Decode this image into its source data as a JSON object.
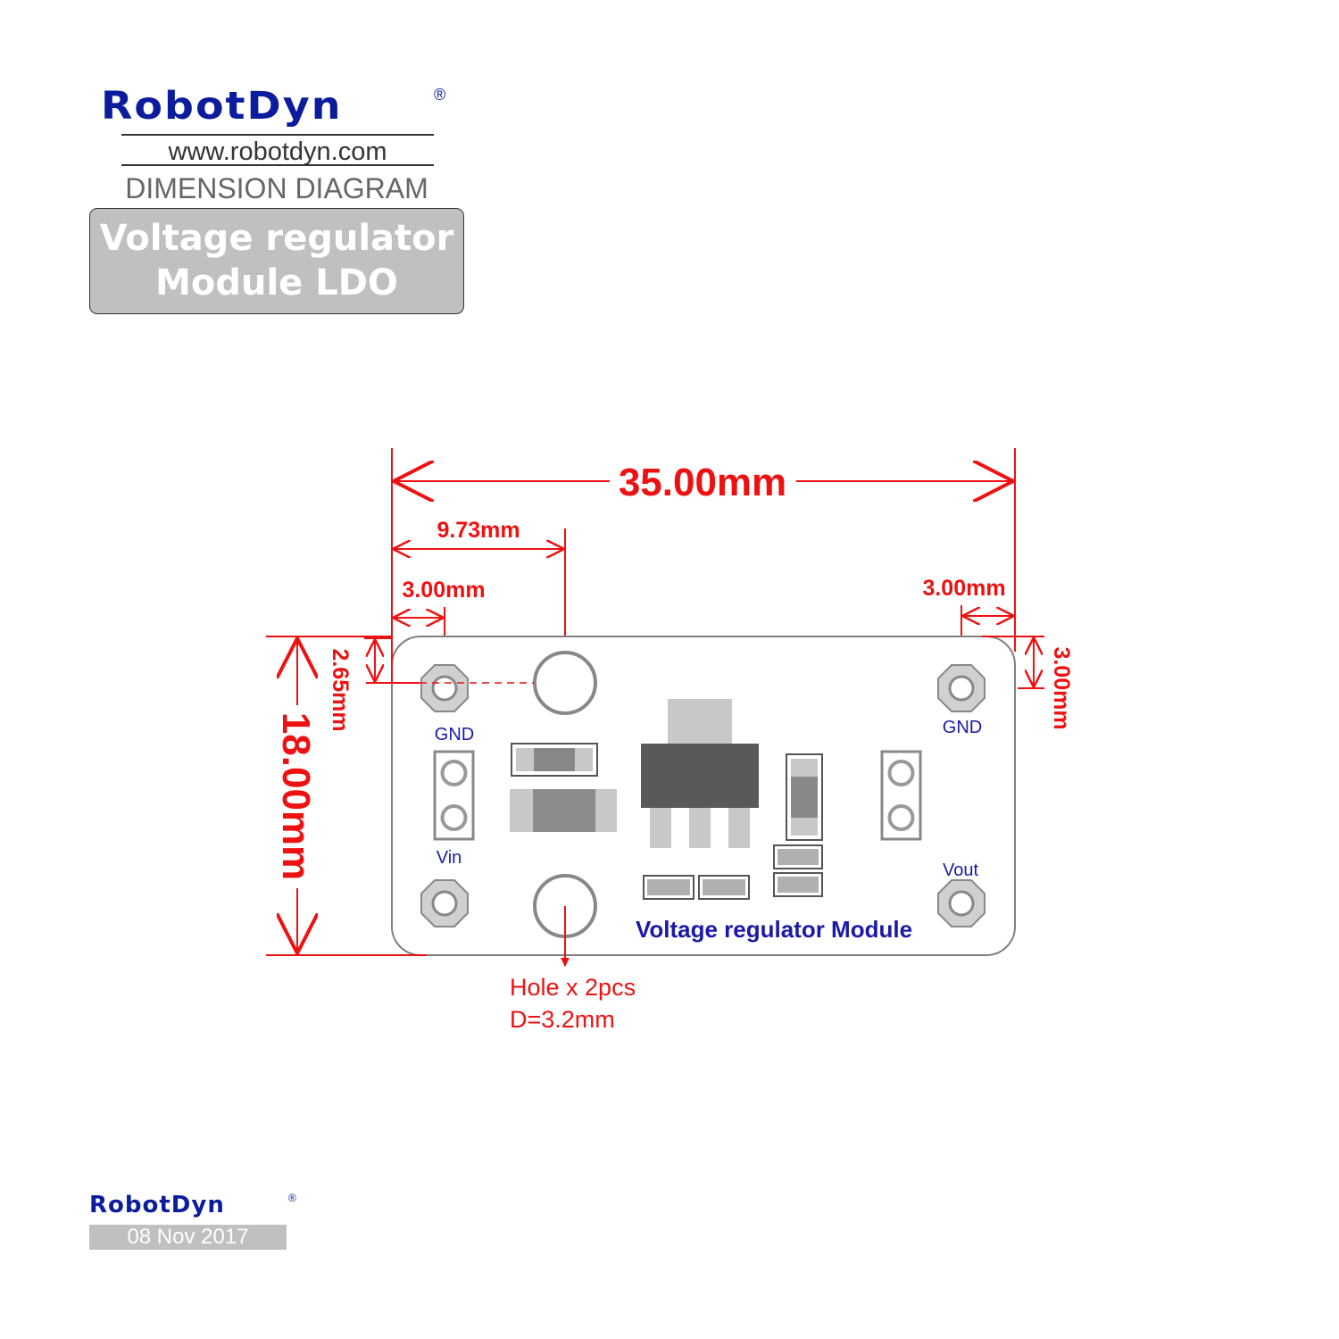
{
  "header": {
    "brand": "RobotDyn",
    "registered": "®",
    "url": "www.robotdyn.com",
    "doc_type": "DIMENSION DIAGRAM",
    "title_line1": "Voltage regulator",
    "title_line2": "Module LDO"
  },
  "dimensions": {
    "width": "35.00mm",
    "hole_offset_x": "9.73mm",
    "left_margin": "3.00mm",
    "right_margin": "3.00mm",
    "hole_offset_y": "2.65mm",
    "right_offset_y": "3.00mm",
    "height": "18.00mm"
  },
  "board": {
    "label": "Voltage regulator Module",
    "pins": {
      "gnd_left": "GND",
      "vin": "Vin",
      "gnd_right": "GND",
      "vout": "Vout"
    }
  },
  "hole_note": {
    "line1": "Hole x 2pcs",
    "line2": "D=3.2mm"
  },
  "footer": {
    "brand": "RobotDyn",
    "registered": "®",
    "date": "08 Nov 2017"
  },
  "colors": {
    "brand_blue": "#0b1c9c",
    "dimension_red": "#ee1111",
    "board_outline": "#808080",
    "component_dark": "#555555"
  }
}
